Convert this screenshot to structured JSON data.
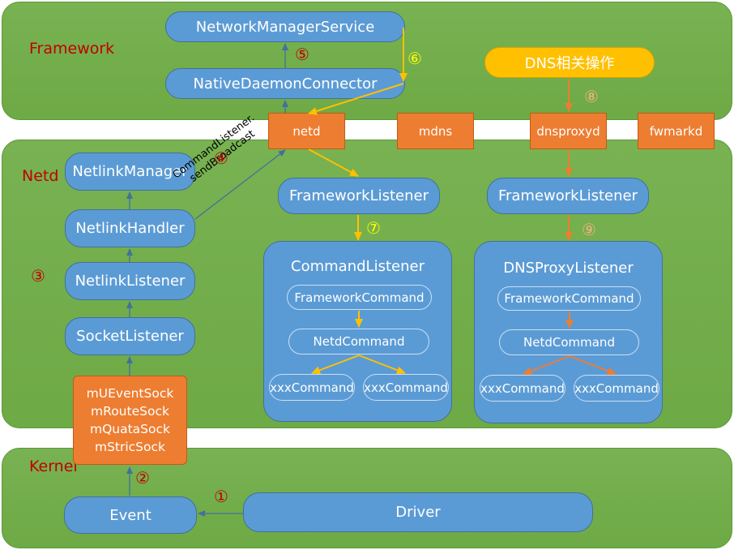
{
  "layers": {
    "framework": "Framework",
    "netd": "Netd",
    "kernel": "Kernel"
  },
  "framework": {
    "network_manager_service": "NetworkManagerService",
    "native_daemon_connector": "NativeDaemonConnector",
    "dns_ops": "DNS相关操作"
  },
  "daemons": {
    "netd": "netd",
    "mdns": "mdns",
    "dnsproxyd": "dnsproxyd",
    "fwmarkd": "fwmarkd"
  },
  "netd": {
    "netlink_manager": "NetlinkManager",
    "netlink_handler": "NetlinkHandler",
    "netlink_listener": "NetlinkListener",
    "socket_listener": "SocketListener",
    "sockets": [
      "mUEventSock",
      "mRouteSock",
      "mQuataSock",
      "mStricSock"
    ],
    "broadcast_label_line1": "CommandListener.",
    "broadcast_label_line2": "sendBroadcast",
    "framework_listener_left": "FrameworkListener",
    "framework_listener_right": "FrameworkListener",
    "command_listener": {
      "title": "CommandListener",
      "framework_command": "FrameworkCommand",
      "netd_command": "NetdCommand",
      "xxx_left": "xxxCommand",
      "xxx_right": "xxxCommand"
    },
    "dns_proxy_listener": {
      "title": "DNSProxyListener",
      "framework_command": "FrameworkCommand",
      "netd_command": "NetdCommand",
      "xxx_left": "xxxCommand",
      "xxx_right": "xxxCommand"
    }
  },
  "kernel": {
    "event": "Event",
    "driver": "Driver"
  },
  "steps": {
    "s1": "①",
    "s2": "②",
    "s3": "③",
    "s4": "④",
    "s5": "⑤",
    "s6": "⑥",
    "s7": "⑦",
    "s8": "⑧",
    "s9": "⑨"
  },
  "colors": {
    "layer_green": "#70ad47",
    "node_blue": "#5b9bd5",
    "daemon_orange": "#ed7d31",
    "dns_yellow": "#ffc000",
    "label_red": "#c00000",
    "arrow_blue": "#41719c",
    "arrow_yellow": "#ffc000",
    "arrow_orange": "#ed7d31"
  }
}
